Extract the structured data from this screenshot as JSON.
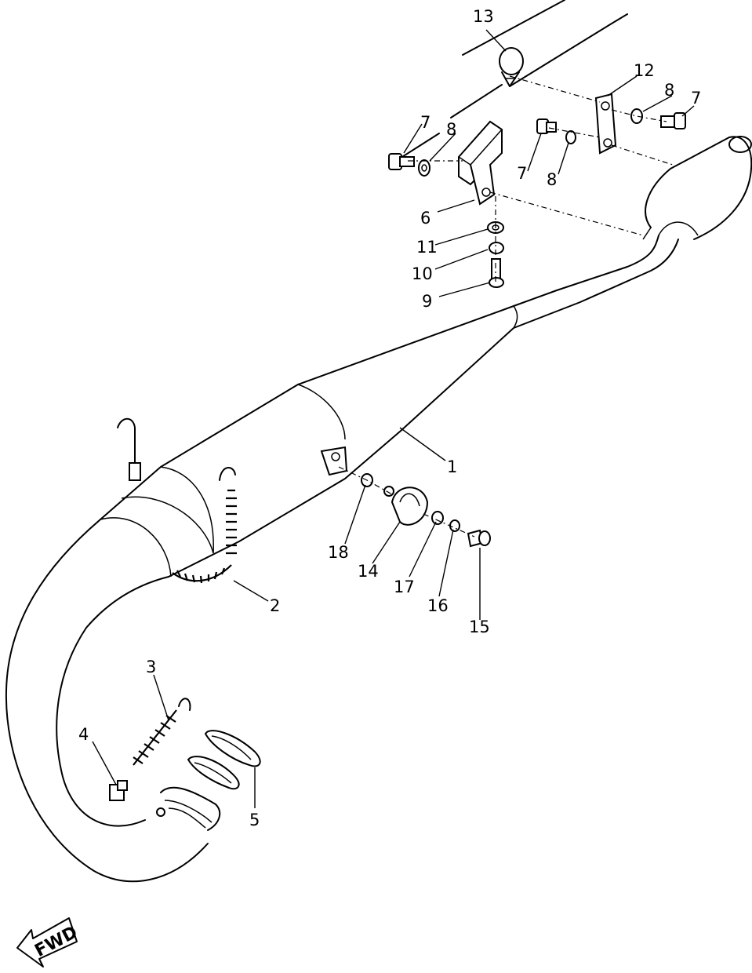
{
  "callouts": [
    {
      "id": "1",
      "text": "1"
    },
    {
      "id": "2",
      "text": "2"
    },
    {
      "id": "3",
      "text": "3"
    },
    {
      "id": "4",
      "text": "4"
    },
    {
      "id": "5",
      "text": "5"
    },
    {
      "id": "6",
      "text": "6"
    },
    {
      "id": "7a",
      "text": "7"
    },
    {
      "id": "7b",
      "text": "7"
    },
    {
      "id": "7c",
      "text": "7"
    },
    {
      "id": "8a",
      "text": "8"
    },
    {
      "id": "8b",
      "text": "8"
    },
    {
      "id": "8c",
      "text": "8"
    },
    {
      "id": "9",
      "text": "9"
    },
    {
      "id": "10",
      "text": "10"
    },
    {
      "id": "11",
      "text": "11"
    },
    {
      "id": "12",
      "text": "12"
    },
    {
      "id": "13",
      "text": "13"
    },
    {
      "id": "14",
      "text": "14"
    },
    {
      "id": "15",
      "text": "15"
    },
    {
      "id": "16",
      "text": "16"
    },
    {
      "id": "17",
      "text": "17"
    },
    {
      "id": "18",
      "text": "18"
    }
  ],
  "direction_marker": {
    "text": "FWD",
    "icon": "fwd-arrow-icon"
  }
}
